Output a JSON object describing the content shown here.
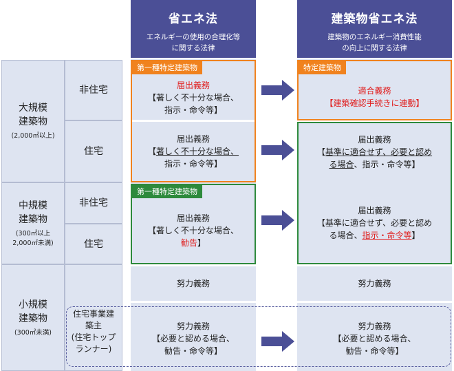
{
  "headers": {
    "left": {
      "title": "省エネ法",
      "subtitle_lines": [
        "エネルギーの使用の合理化等",
        "に関する法律"
      ]
    },
    "right": {
      "title": "建築物省エネ法",
      "subtitle_lines": [
        "建築物のエネルギー消費性能",
        "の向上に関する法律"
      ]
    }
  },
  "categories": {
    "large": {
      "lines": [
        "大規模",
        "建築物"
      ],
      "note": "(2,000㎡以上)"
    },
    "medium": {
      "lines": [
        "中規模",
        "建築物"
      ],
      "note_lines": [
        "(300㎡以上",
        "2,000㎡未満)"
      ]
    },
    "small": {
      "lines": [
        "小規模",
        "建築物"
      ],
      "note": "(300㎡未満)"
    }
  },
  "subcategories": {
    "non_residential": "非住宅",
    "residential": "住宅",
    "top_runner_lines": [
      "住宅事業建",
      "築主",
      "(住宅トップ",
      "ランナー)"
    ]
  },
  "tags": {
    "first_class_specified": "第一種特定建築物",
    "specified": "特定建築物"
  },
  "cells": {
    "large_nonres_left": {
      "line1": "届出義務",
      "line2": "【著しく不十分な場合、",
      "line3": "指示・命令等】"
    },
    "large_nonres_right": {
      "line1": "適合義務",
      "line2": "【建築確認手続きに連動】"
    },
    "large_res_left": {
      "line1": "届出義務",
      "line2a": "【",
      "line2b": "著しく不十分な場合、",
      "line3": "指示・命令等】"
    },
    "large_res_right": {
      "line1": "届出義務",
      "line2a": "【",
      "line2b": "基準に適合せず、必要と認め",
      "line3a": "る場合",
      "line3b": "、指示・命令等】"
    },
    "medium_left": {
      "line1": "届出義務",
      "line2": "【著しく不十分な場合、",
      "line3a": "勧告",
      "line3b": "】"
    },
    "medium_right": {
      "line1": "届出義務",
      "line2": "【基準に適合せず、必要と認め",
      "line3a": "る場合、",
      "line3b": "指示・命令等",
      "line3c": "】"
    },
    "small_left_top": "努力義務",
    "small_right_top": "努力義務",
    "small_left_bottom": {
      "line1": "努力義務",
      "line2": "【必要と認める場合、",
      "line3": "勧告・命令等】"
    },
    "small_right_bottom": {
      "line1": "努力義務",
      "line2": "【必要と認める場合、",
      "line3": "勧告・命令等】"
    }
  },
  "colors": {
    "header": "#4b4f96",
    "cell_bg": "#dee4f1",
    "orange": "#f0821e",
    "green": "#2d8a3c",
    "red_text": "#e02020",
    "arrow": "#4b4f96"
  }
}
